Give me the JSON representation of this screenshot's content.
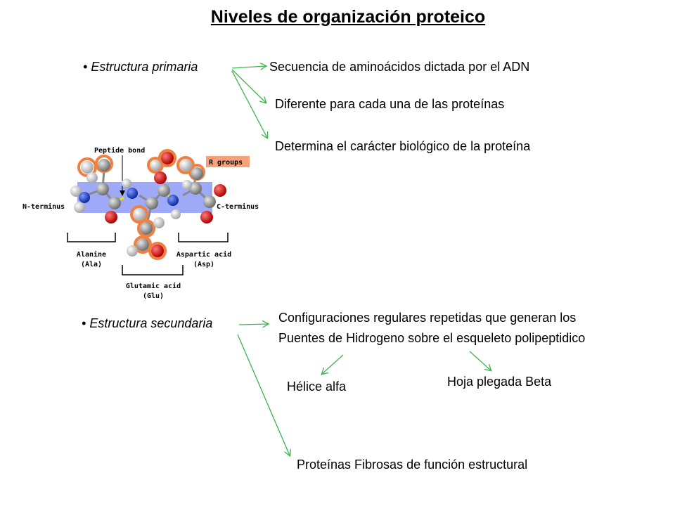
{
  "title": "Niveles de organización proteico",
  "primary": {
    "label": "Estructura primaria",
    "points": [
      "Secuencia de aminoácidos dictada por el ADN",
      "Diferente para cada una de las proteínas",
      "Determina el carácter biológico de la proteína"
    ]
  },
  "secondary": {
    "label": "Estructura secundaria",
    "description_lines": [
      "Configuraciones regulares repetidas que generan los",
      "Puentes de Hidrogeno sobre el esqueleto polipeptidico"
    ],
    "types": [
      "Hélice alfa",
      "Hoja plegada Beta"
    ],
    "fibrous": "Proteínas Fibrosas de función estructural"
  },
  "figure": {
    "peptide_bond": "Peptide bond",
    "r_groups": "R groups",
    "n_terminus": "N-terminus",
    "c_terminus": "C-terminus",
    "alanine": "Alanine",
    "alanine_abbr": "(Ala)",
    "glutamic": "Glutamic acid",
    "glutamic_abbr": "(Glu)",
    "aspartic": "Aspartic acid",
    "aspartic_abbr": "(Asp)"
  },
  "colors": {
    "arrow": "#3cb44b",
    "backbone_band": "#9ea9f7",
    "r_group_label_bg": "#f3a27a",
    "oxygen": "#d01010",
    "carbon": "#a8a8a8",
    "nitrogen": "#1f49c8",
    "hydrogen": "#eeeeee"
  }
}
